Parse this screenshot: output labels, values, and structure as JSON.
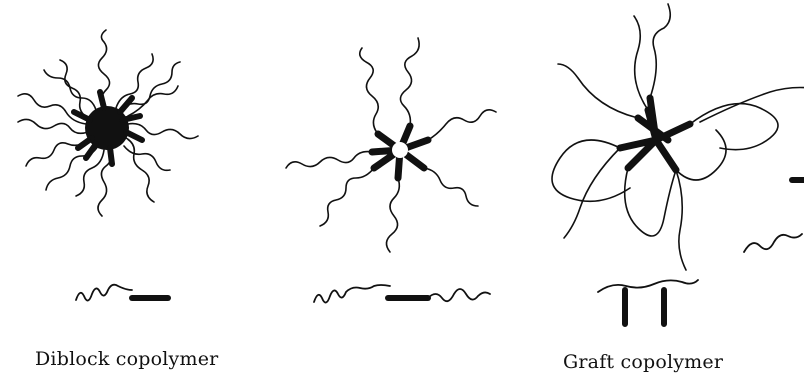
{
  "figure": {
    "captions": {
      "diblock": "Diblock copolymer",
      "graft": "Graft copolymer"
    },
    "panels": [
      {
        "id": "diblock-micelle",
        "arms": 12,
        "core": "solid-dark"
      },
      {
        "id": "triblock-micelle",
        "arms": 7,
        "core": "hollow"
      },
      {
        "id": "graft-micelle",
        "core": "thick-segment-bundle"
      }
    ],
    "colors": {
      "ink": "#111111",
      "background": "#ffffff"
    }
  }
}
